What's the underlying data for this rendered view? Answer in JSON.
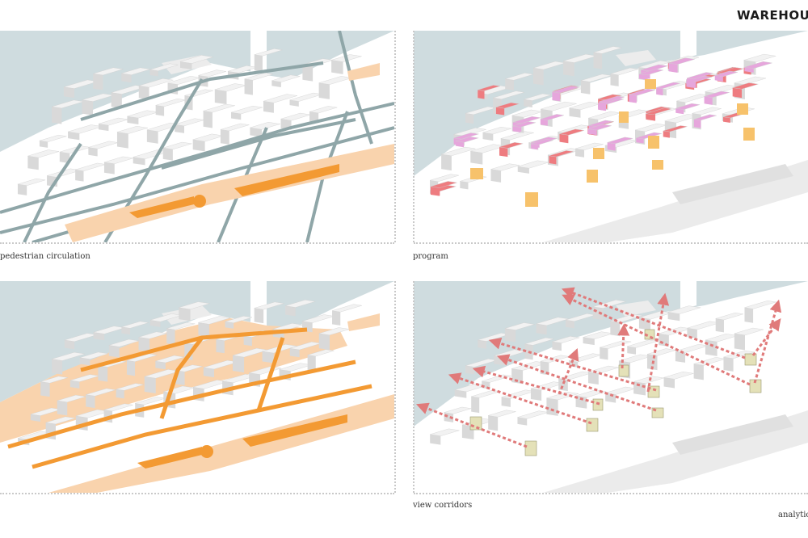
{
  "header": {
    "title": "WAREHOUSE"
  },
  "panels": [
    {
      "caption": "pedestrian circulation"
    },
    {
      "caption": "program"
    },
    {
      "caption": ""
    },
    {
      "caption": "view corridors"
    }
  ],
  "footer": {
    "note": "analytic"
  },
  "colors": {
    "water": "#cfdcdf",
    "land": "#ffffff",
    "street": "#ebebeb",
    "building": "#e6e6e6",
    "path": "#7f9a9c",
    "promenade": "#f9d3ad",
    "promenade_strong": "#f39a33",
    "program_red": "#ee7c80",
    "program_pink": "#e6a6dc",
    "program_yellow": "#f7c26b",
    "tower": "#e4e1b8",
    "view_arrow": "#e07a7a"
  }
}
